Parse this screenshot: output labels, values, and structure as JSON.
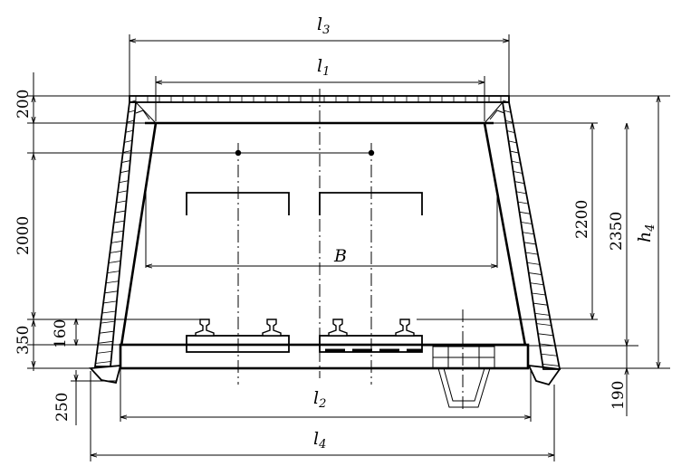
{
  "labels": {
    "l3": {
      "main": "l",
      "sub": "3"
    },
    "l1": {
      "main": "l",
      "sub": "1"
    },
    "l2": {
      "main": "l",
      "sub": "2"
    },
    "l4": {
      "main": "l",
      "sub": "4"
    },
    "h4": {
      "main": "h",
      "sub": "4"
    },
    "B": "B"
  },
  "dimensions": {
    "d200": "200",
    "d2000": "2000",
    "d350": "350",
    "d160": "160",
    "d250": "250",
    "d2200": "2200",
    "d2350": "2350",
    "d190": "190"
  }
}
